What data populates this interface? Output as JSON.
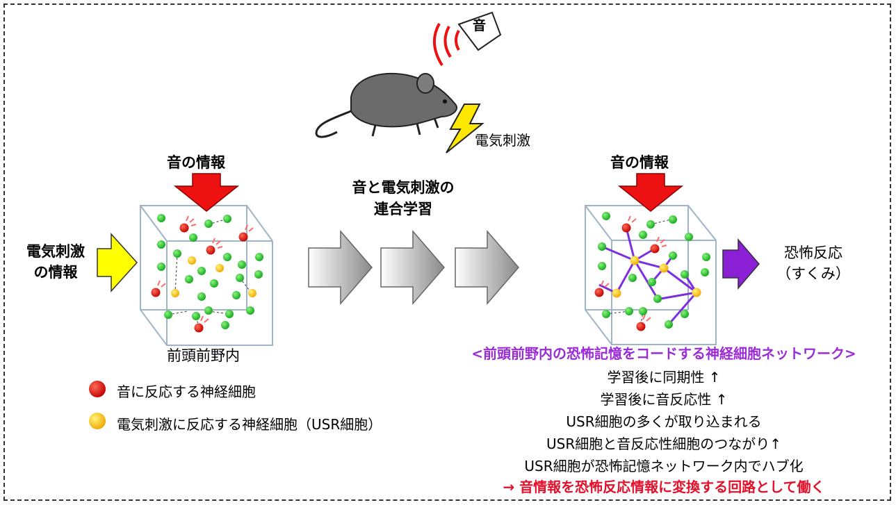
{
  "colors": {
    "frame": "#333333",
    "red_neuron": "#e00000",
    "usr_neuron": "#f5c000",
    "green_neuron": "#22c32a",
    "sound_arrow": "#ee1111",
    "stim_arrow": "#ffff00",
    "fear_arrow": "#8b1fd6",
    "network_line": "#7b2fe0",
    "note_purple": "#9b2bd6",
    "note_red": "#e4102a"
  },
  "top": {
    "sound_label": "音",
    "shock_label": "電気刺激"
  },
  "left_panel": {
    "sound_info": "音の情報",
    "shock_info_line1": "電気刺激",
    "shock_info_line2": "の情報",
    "region_label": "前頭前野内"
  },
  "middle": {
    "learning_line1": "音と電気刺激の",
    "learning_line2": "連合学習"
  },
  "right_panel": {
    "sound_info": "音の情報",
    "fear_line1": "恐怖反応",
    "fear_line2": "（すくみ）"
  },
  "legend": {
    "red_label": "音に反応する神経細胞",
    "yellow_label": "電気刺激に反応する神経細胞（USR細胞）"
  },
  "notes": {
    "title": "<前頭前野内の恐怖記憶をコードする神経細胞ネットワーク>",
    "items": [
      "学習後に同期性 ↑",
      "学習後に音反応性 ↑",
      "USR細胞の多くが取り込まれる",
      "USR細胞と音反応性細胞のつながり↑",
      "USR細胞が恐怖記憶ネットワーク内でハブ化"
    ],
    "conclusion": "→ 音情報を恐怖反応情報に変換する回路として働く"
  }
}
